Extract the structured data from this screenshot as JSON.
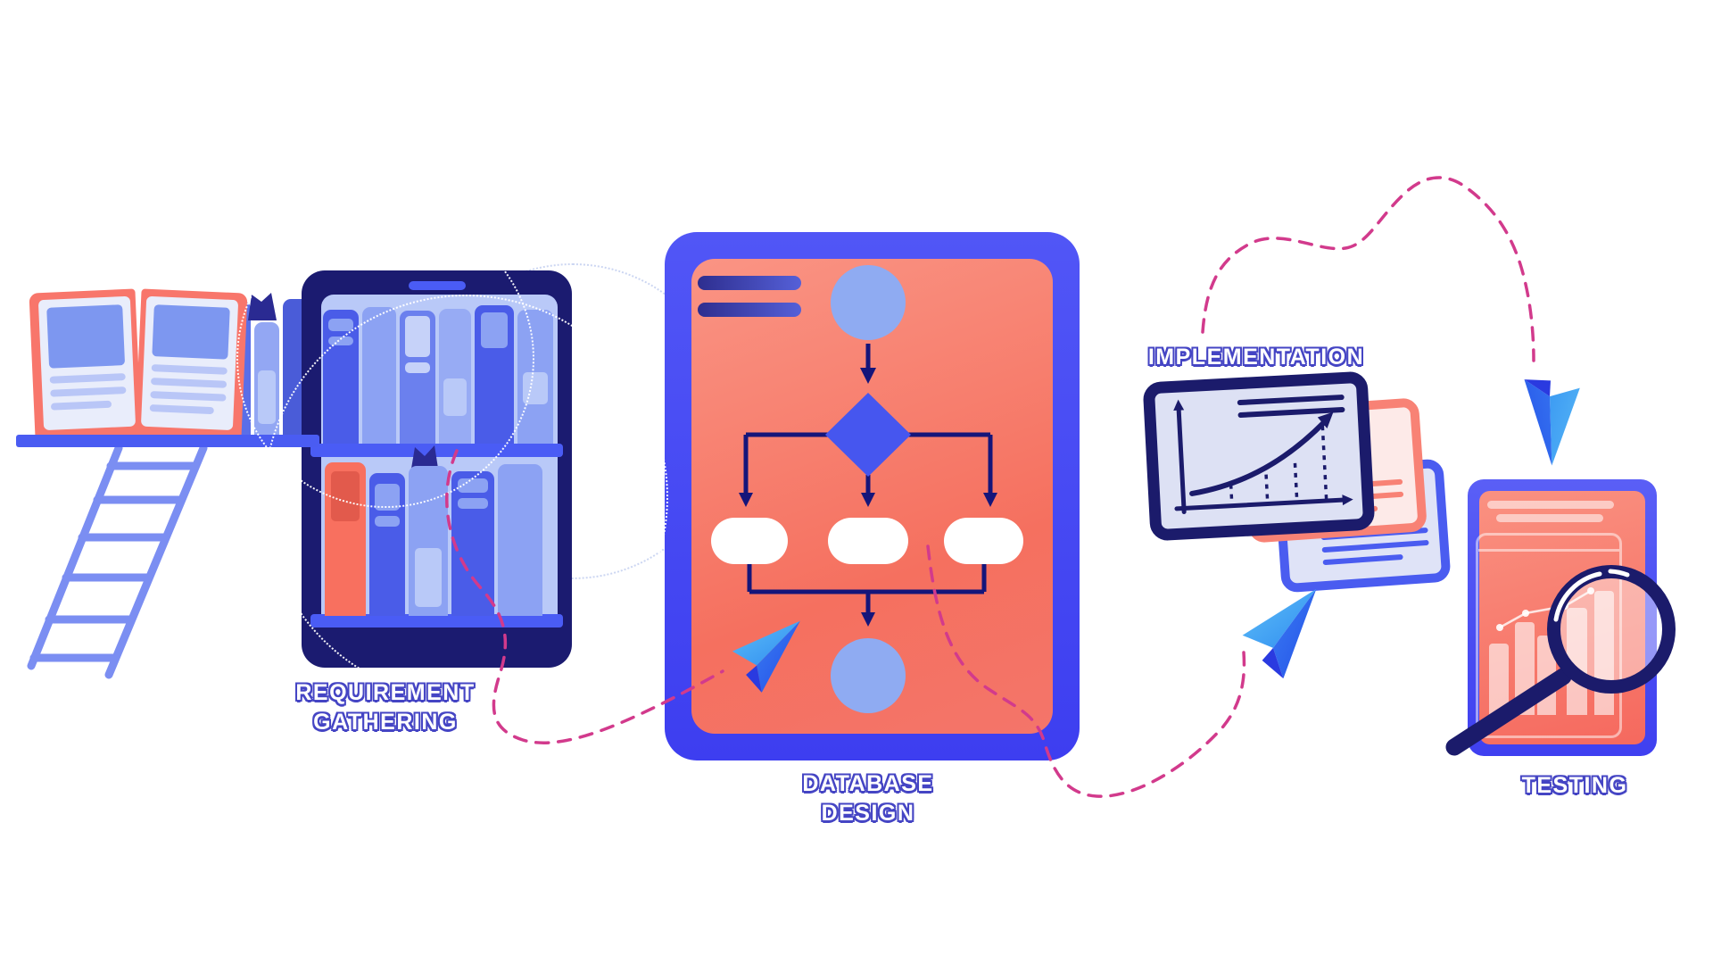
{
  "illustration": {
    "title": "Database development process illustration",
    "process_flow": [
      "Requirement gathering",
      "Database design",
      "Implementation",
      "Testing"
    ]
  },
  "stages": {
    "requirement_gathering": {
      "label": "REQUIREMENT\nGATHERING"
    },
    "database_design": {
      "label": "DATABASE\nDESIGN"
    },
    "implementation": {
      "label": "IMPLEMENTATION"
    },
    "testing": {
      "label": "TESTING"
    }
  },
  "icons": [
    "open-book-icon",
    "bookshelf-tablet-icon",
    "ladder-icon",
    "bookmark-flag-icon",
    "flowchart-tablet-icon",
    "paper-plane-icon",
    "growth-chart-card-icon",
    "report-document-icon",
    "magnifier-icon",
    "dashed-connector"
  ],
  "colors": {
    "primary_blue": "#4b51f3",
    "navy": "#1b1b6b",
    "salmon": "#f8766b",
    "light_blue": "#8fabf2",
    "panel_blue": "#b9c9f8",
    "pink_dash": "#d23a8c",
    "white": "#ffffff"
  },
  "chart_data": [
    {
      "type": "flowchart",
      "location": "database-design-tablet",
      "nodes": [
        "start-circle",
        "decision-diamond",
        "option-1",
        "option-2",
        "option-3",
        "end-circle"
      ],
      "edges": [
        [
          "start-circle",
          "decision-diamond"
        ],
        [
          "decision-diamond",
          "option-1"
        ],
        [
          "decision-diamond",
          "option-2"
        ],
        [
          "decision-diamond",
          "option-3"
        ],
        [
          "option-1",
          "end-circle"
        ],
        [
          "option-2",
          "end-circle"
        ],
        [
          "option-3",
          "end-circle"
        ]
      ]
    },
    {
      "type": "line",
      "location": "implementation-card",
      "trend": "increasing",
      "dashed_guides": 4,
      "axes": "x-y with arrowheads"
    },
    {
      "type": "bar",
      "location": "testing-report",
      "values_relative": [
        80,
        104,
        89,
        120,
        139
      ],
      "overlay_line_points": 4
    }
  ]
}
